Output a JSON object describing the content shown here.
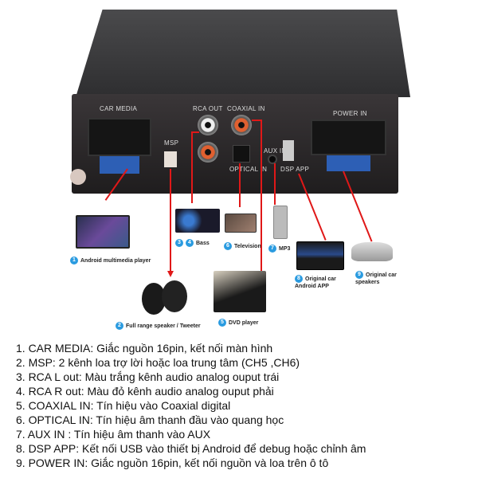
{
  "panel_labels": {
    "car_media": "CAR MEDIA",
    "msp": "MSP",
    "rca_out": "RCA OUT",
    "coaxial_in": "COAXIAL IN",
    "aux_in": "AUX IN",
    "optical_in": "OPTICAL IN",
    "dsp_app": "DSP APP",
    "power_in": "POWER IN"
  },
  "devices": [
    {
      "num": "1",
      "label": "Android multimedia player"
    },
    {
      "num": "2",
      "label": "Full range speaker / Tweeter"
    },
    {
      "num": "3",
      "num2": "4",
      "label": "Bass"
    },
    {
      "num": "5",
      "label": "DVD player"
    },
    {
      "num": "6",
      "label": "Television"
    },
    {
      "num": "7",
      "label": "MP3"
    },
    {
      "num": "8",
      "label": "Original car Android APP"
    },
    {
      "num": "9",
      "label": "Original car speakers"
    }
  ],
  "list": [
    "1. CAR MEDIA: Giắc nguồn 16pin, kết nối màn hình",
    "2. MSP: 2 kênh loa trợ lời hoặc loa trung tâm (CH5 ,CH6)",
    "3. RCA L out: Màu trắng kênh audio analog ouput trái",
    "4. RCA R out: Màu đỏ kênh audio analog ouput phải",
    "5. COAXIAL IN: Tín hiệu vào Coaxial digital",
    "6. OPTICAL IN: Tín hiệu âm thanh đầu vào quang học",
    "7. AUX IN : Tín hiệu âm thanh vào AUX",
    "8. DSP APP: Kết nối USB vào thiết bị Android để debug hoặc chỉnh âm",
    "9. POWER IN: Giắc nguồn 16pin, kết nối nguồn và loa trên ô tô"
  ],
  "colors": {
    "arrow": "#e01818",
    "badge": "#2a9be0"
  }
}
